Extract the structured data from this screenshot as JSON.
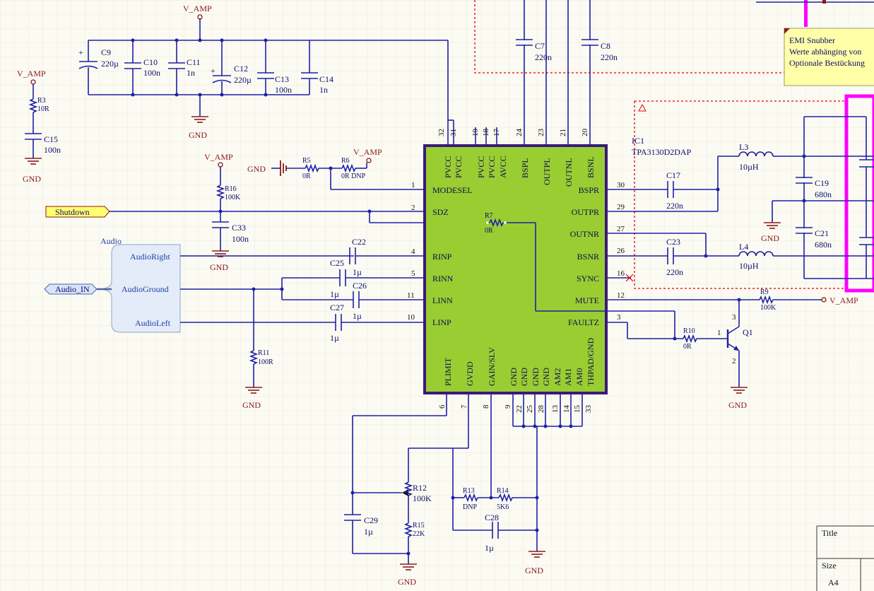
{
  "power": {
    "v_amp": "V_AMP",
    "gnd": "GND"
  },
  "ports": {
    "shutdown": "Shutdown",
    "audio_in": "Audio_IN"
  },
  "harness": {
    "title": "Audio",
    "right": "AudioRight",
    "ground": "AudioGround",
    "left": "AudioLeft"
  },
  "ic": {
    "designator": "IC1",
    "part": "TPA3130D2DAP",
    "top_pins": [
      {
        "num": "32",
        "name": "PVCC"
      },
      {
        "num": "31",
        "name": "PVCC"
      },
      {
        "num": "19",
        "name": "PVCC"
      },
      {
        "num": "18",
        "name": "PVCC"
      },
      {
        "num": "17",
        "name": "AVCC"
      },
      {
        "num": "24",
        "name": "BSPL"
      },
      {
        "num": "23",
        "name": "OUTPL"
      },
      {
        "num": "21",
        "name": "OUTNL"
      },
      {
        "num": "20",
        "name": "BSNL"
      }
    ],
    "left_pins": [
      {
        "num": "1",
        "name": "MODESEL"
      },
      {
        "num": "2",
        "name": "SDZ"
      },
      {
        "num": "4",
        "name": "RINP"
      },
      {
        "num": "5",
        "name": "RINN"
      },
      {
        "num": "11",
        "name": "LINN"
      },
      {
        "num": "10",
        "name": "LINP"
      }
    ],
    "right_pins": [
      {
        "num": "30",
        "name": "BSPR"
      },
      {
        "num": "29",
        "name": "OUTPR"
      },
      {
        "num": "27",
        "name": "OUTNR"
      },
      {
        "num": "26",
        "name": "BSNR"
      },
      {
        "num": "16",
        "name": "SYNC"
      },
      {
        "num": "12",
        "name": "MUTE"
      },
      {
        "num": "3",
        "name": "FAULTZ"
      }
    ],
    "bottom_pins": [
      {
        "num": "6",
        "name": "PLIMIT"
      },
      {
        "num": "7",
        "name": "GVDD"
      },
      {
        "num": "8",
        "name": "GAIN/SLV"
      },
      {
        "num": "9",
        "name": "GND"
      },
      {
        "num": "22",
        "name": "GND"
      },
      {
        "num": "25",
        "name": "GND"
      },
      {
        "num": "28",
        "name": "GND"
      },
      {
        "num": "13",
        "name": "AM2"
      },
      {
        "num": "14",
        "name": "AM1"
      },
      {
        "num": "15",
        "name": "AM0"
      },
      {
        "num": "33",
        "name": "THPAD/GND"
      }
    ]
  },
  "components": {
    "C9": {
      "ref": "C9",
      "val": "220µ"
    },
    "C10": {
      "ref": "C10",
      "val": "100n"
    },
    "C11": {
      "ref": "C11",
      "val": "1n"
    },
    "C12": {
      "ref": "C12",
      "val": "220µ"
    },
    "C13": {
      "ref": "C13",
      "val": "100n"
    },
    "C14": {
      "ref": "C14",
      "val": "1n"
    },
    "C15": {
      "ref": "C15",
      "val": "100n"
    },
    "R3": {
      "ref": "R3",
      "val": "10R"
    },
    "R5": {
      "ref": "R5",
      "val": "0R"
    },
    "R6": {
      "ref": "R6",
      "val": "0R DNP"
    },
    "R16": {
      "ref": "R16",
      "val": "100K"
    },
    "C33": {
      "ref": "C33",
      "val": "100n"
    },
    "C22": {
      "ref": "C22",
      "val": "1µ"
    },
    "C25": {
      "ref": "C25",
      "val": "1µ"
    },
    "C26": {
      "ref": "C26",
      "val": "1µ"
    },
    "C27": {
      "ref": "C27",
      "val": "1µ"
    },
    "R11": {
      "ref": "R11",
      "val": "100R"
    },
    "R7": {
      "ref": "R7",
      "val": "0R"
    },
    "C7": {
      "ref": "C7",
      "val": "220n"
    },
    "C8": {
      "ref": "C8",
      "val": "220n"
    },
    "C17": {
      "ref": "C17",
      "val": "220n"
    },
    "C23": {
      "ref": "C23",
      "val": "220n"
    },
    "L3": {
      "ref": "L3",
      "val": "10µH"
    },
    "L4": {
      "ref": "L4",
      "val": "10µH"
    },
    "C19": {
      "ref": "C19",
      "val": "680n"
    },
    "C21": {
      "ref": "C21",
      "val": "680n"
    },
    "R9": {
      "ref": "R9",
      "val": "100K"
    },
    "R10": {
      "ref": "R10",
      "val": "0R"
    },
    "Q1": {
      "ref": "Q1"
    },
    "Q1_pins": {
      "b": "1",
      "c": "3",
      "e": "2"
    },
    "R12": {
      "ref": "R12",
      "val": "100K"
    },
    "R15": {
      "ref": "R15",
      "val": "22K"
    },
    "C29": {
      "ref": "C29",
      "val": "1µ"
    },
    "R13": {
      "ref": "R13",
      "val": "DNP"
    },
    "R14": {
      "ref": "R14",
      "val": "5K6"
    },
    "C28": {
      "ref": "C28",
      "val": "1µ"
    }
  },
  "note": {
    "lines": [
      "EMI Snubber",
      "Werte abhänging von",
      "Optionale Bestückung"
    ]
  },
  "titleblock": {
    "title_label": "Title",
    "size_label": "Size",
    "size_value": "A4"
  },
  "colors": {
    "wire": "#1F1FA8",
    "ic_fill": "#9ACD32",
    "ic_border": "#3A1A7A",
    "power": "#8B1A1A",
    "highlight": "#FF00FF",
    "note_fill": "#FFFFA8"
  }
}
